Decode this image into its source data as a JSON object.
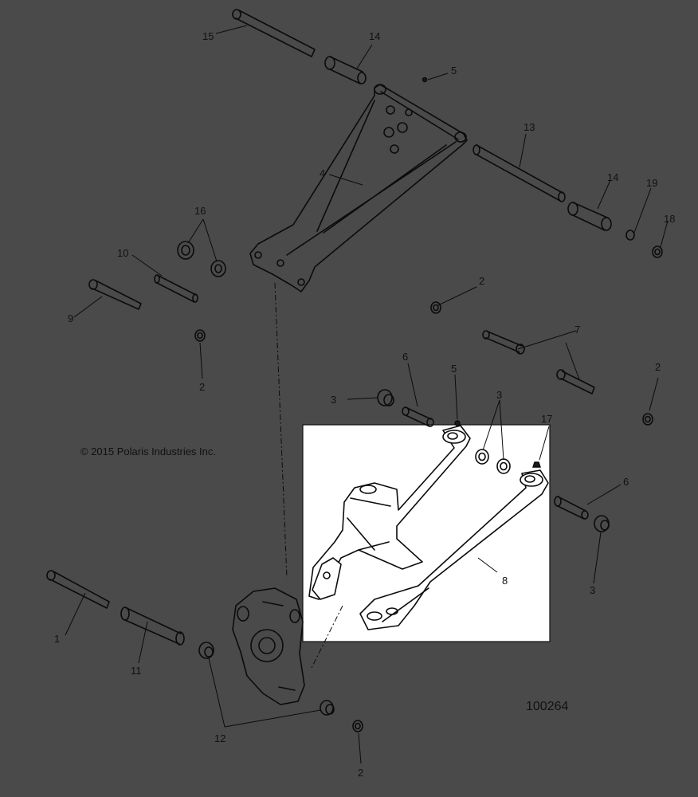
{
  "diagram": {
    "copyright": "© 2015 Polaris Industries Inc.",
    "document_number": "100264",
    "callouts": {
      "c15": "15",
      "c14a": "14",
      "c5a": "5",
      "c13": "13",
      "c4": "4",
      "c14b": "14",
      "c19": "19",
      "c18": "18",
      "c16": "16",
      "c10": "10",
      "c9": "9",
      "c2a": "2",
      "c2b": "2",
      "c7": "7",
      "c6a": "6",
      "c5b": "5",
      "c2c": "2",
      "c3a": "3",
      "c3b": "3",
      "c17": "17",
      "c6b": "6",
      "c3c": "3",
      "c8": "8",
      "c1": "1",
      "c11": "11",
      "c12": "12",
      "c2d": "2"
    }
  }
}
